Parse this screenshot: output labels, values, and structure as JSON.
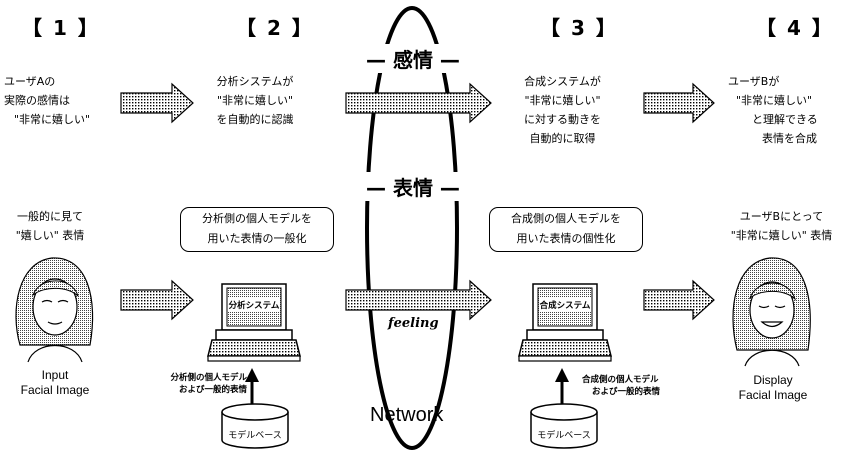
{
  "steps": [
    "【 1 】",
    "【 2 】",
    "【 3 】",
    "【 4 】"
  ],
  "col1": {
    "top_text": [
      "ユーザAの",
      "実際の感情は",
      "\"非常に嬉しい\""
    ],
    "mid_text": [
      "一般的に見て",
      "\"嬉しい\" 表情"
    ],
    "caption": [
      "Input",
      "Facial Image"
    ]
  },
  "col2": {
    "top_text": [
      "分析システムが",
      "\"非常に嬉しい\"",
      "を自動的に認識"
    ],
    "box_text": [
      "分析側の個人モデルを",
      "用いた表情の一般化"
    ],
    "screen_label": "分析システム",
    "side_text": [
      "分析側の個人モデル",
      "および一般的表情"
    ],
    "db_label": "モデルベース"
  },
  "center": {
    "kanjo": "— 感情 —",
    "hyojo": "— 表情 —",
    "feeling": "feeling",
    "network": "Network"
  },
  "col3": {
    "top_text": [
      "合成システムが",
      "\"非常に嬉しい\"",
      "に対する動きを",
      "自動的に取得"
    ],
    "box_text": [
      "合成側の個人モデルを",
      "用いた表情の個性化"
    ],
    "screen_label": "合成システム",
    "side_text": [
      "合成側の個人モデル",
      "および一般的表情"
    ],
    "db_label": "モデルベース"
  },
  "col4": {
    "top_text": [
      "ユーザBが",
      "\"非常に嬉しい\"",
      "と理解できる",
      "表情を合成"
    ],
    "mid_text": [
      "ユーザBにとって",
      "\"非常に嬉しい\" 表情"
    ],
    "caption": [
      "Display",
      "Facial Image"
    ]
  }
}
